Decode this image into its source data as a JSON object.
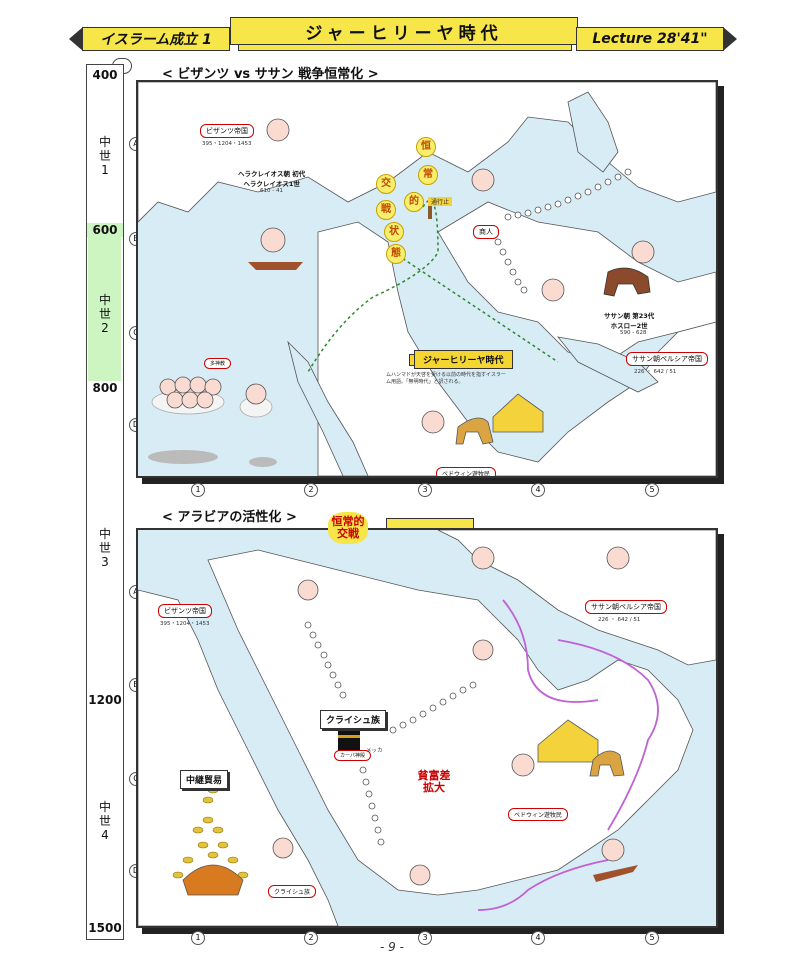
{
  "header": {
    "left": "イスラーム成立 1",
    "center": "ジャーヒリーヤ時代",
    "right": "Lecture 28'41\""
  },
  "timeline": {
    "years": [
      "400",
      "600",
      "800",
      "1200",
      "1500"
    ],
    "eras": [
      "中世1",
      "中世2",
      "中世3",
      "中世4"
    ],
    "rows": [
      "A",
      "B",
      "C",
      "D"
    ]
  },
  "columns": [
    "1",
    "2",
    "3",
    "4",
    "5"
  ],
  "top": {
    "title": "< ビザンツ vs ササン 戦争恒常化 >",
    "byzantine": "ビザンツ帝国",
    "byzantine_years": "395・1204・1453",
    "heraclius_caption": "ヘラクレイオス朝 初代\nヘラクレイオス1世",
    "heraclius_years": "610 - 41",
    "vertical_chars": [
      "恒",
      "常",
      "的",
      "交",
      "戦",
      "状",
      "態"
    ],
    "merchant_tag": "商人",
    "post_sign": "通行止",
    "sasanian": "ササン朝ペルシア帝国",
    "sasanian_years": "226 ・ 642 / 51",
    "khosrow_caption": "ササン朝 第23代\nホスロー2世",
    "khosrow_years": "590 - 628",
    "prophets_tag": "多神教",
    "jahiliyya_tag": "ジャーヒリーヤ時代",
    "jahiliyya_text": "ムハンマドが天啓を受ける以前の時代を指すイスラーム用語。「無明時代」と訳される。",
    "bedouin_tag": "ベドウィン遊牧民"
  },
  "bottom": {
    "title": "< アラビアの活性化 >",
    "burst_top": "恒常的交戦",
    "byzantine": "ビザンツ帝国",
    "byzantine_years": "395・1204・1453",
    "sasanian": "ササン朝ペルシア帝国",
    "sasanian_years": "226 ・ 642 / 51",
    "quraysh": "クライシュ族",
    "kaaba": "カーバ神殿",
    "mecca": "メッカ",
    "transit_trade": "中継貿易",
    "rich_poor": "貧富差拡大",
    "bedouin_tag": "ベドウィン遊牧民",
    "quraysh_tag": "クライシュ族"
  },
  "footer": "- 9 -",
  "colors": {
    "header_yellow": "#f7e64a",
    "sea": "#d8ecf6",
    "land": "#ffffff",
    "era2": "#cdf5c1",
    "route_green": "#2c8a2c",
    "route_purple": "#c061d4"
  }
}
